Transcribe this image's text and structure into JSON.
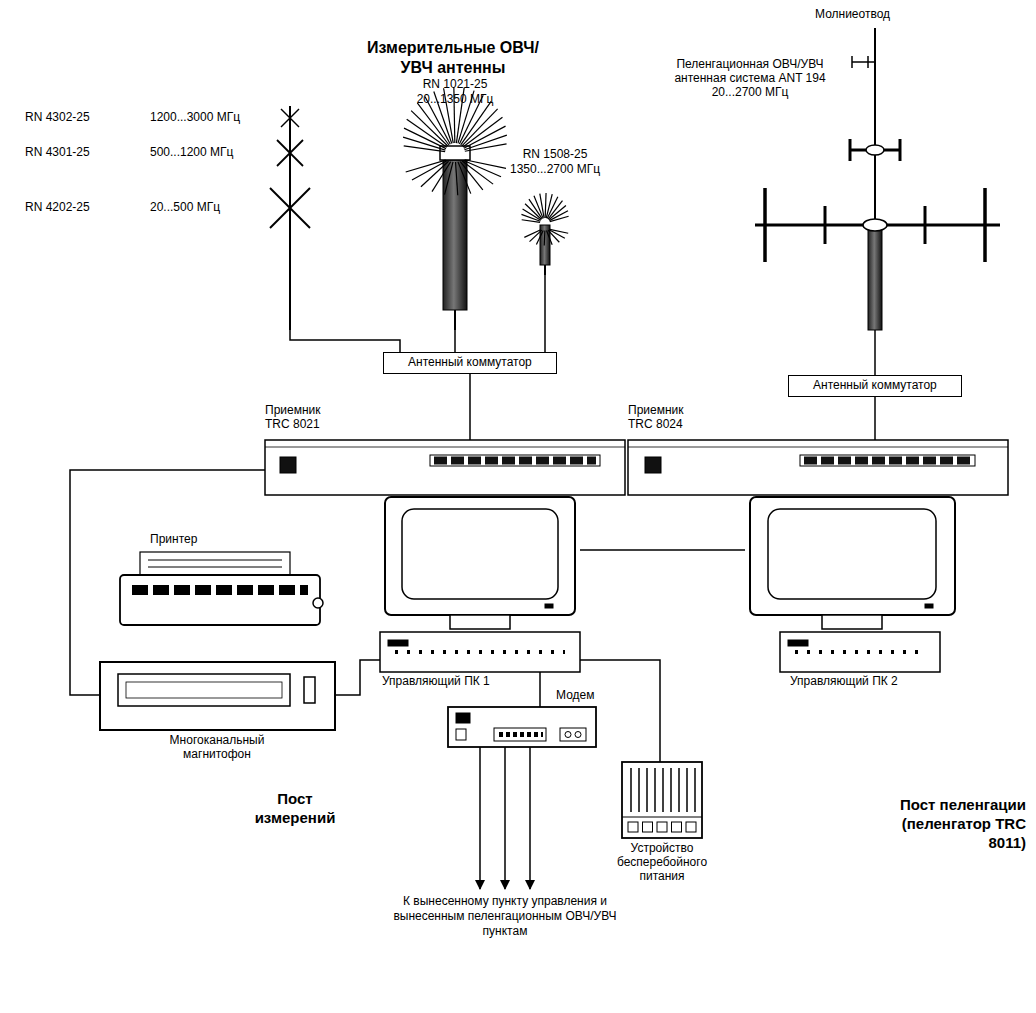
{
  "diagram": {
    "nodes": [
      {
        "text": [
          "RN 4302-25",
          "1200...3000 МГц",
          "RN 4301-25",
          "500...1200 МГц",
          "RN 4202-25",
          "20...500 МГц"
        ]
      },
      {
        "text": [
          "RN 1021-25",
          "20...1350 МГц"
        ]
      },
      {
        "text": [
          "RN 1508-25",
          "1350...2700 МГц"
        ]
      },
      {
        "text": [
          "Молниеотвод",
          "Пеленгационная ОВЧ/УВЧ антенная система ANT 194 20...2700 МГц"
        ]
      },
      {
        "text": [
          "Антенный коммутатор"
        ]
      },
      {
        "text": [
          "Антенный коммутатор"
        ]
      },
      {
        "text": [
          "Приемник TRC 8021"
        ]
      },
      {
        "text": [
          "Приемник TRC 8024"
        ]
      },
      {
        "text": [
          "Управляющий ПК 1"
        ]
      },
      {
        "text": [
          "Управляющий ПК 2"
        ]
      },
      {
        "text": [
          "Принтер"
        ]
      },
      {
        "text": [
          "Многоканальный магнитофон"
        ]
      },
      {
        "text": [
          "Модем"
        ]
      },
      {
        "text": [
          "Устройство бесперебойного питания"
        ]
      }
    ],
    "edges": [
      {
        "from": 0,
        "to": 4,
        "arrow": "none"
      },
      {
        "from": 1,
        "to": 4,
        "arrow": "none"
      },
      {
        "from": 2,
        "to": 4,
        "arrow": "none"
      },
      {
        "from": 3,
        "to": 5,
        "arrow": "none"
      },
      {
        "from": 4,
        "to": 6,
        "arrow": "none"
      },
      {
        "from": 5,
        "to": 7,
        "arrow": "none"
      },
      {
        "from": 6,
        "to": 11,
        "arrow": "none"
      },
      {
        "from": 8,
        "to": 9,
        "arrow": "none"
      },
      {
        "from": 11,
        "to": 8,
        "arrow": "none"
      },
      {
        "from": 8,
        "to": 12,
        "arrow": "none"
      },
      {
        "from": 8,
        "to": 13,
        "arrow": "none"
      }
    ],
    "labels": [
      "Измерительные ОВЧ/УВЧ антенны",
      "Пост измерений",
      "Пост пеленгации (пеленгатор TRC 8011)",
      "К вынесенному пункту управления и вынесенным пеленгационным ОВЧ/УВЧ пунктам"
    ]
  }
}
